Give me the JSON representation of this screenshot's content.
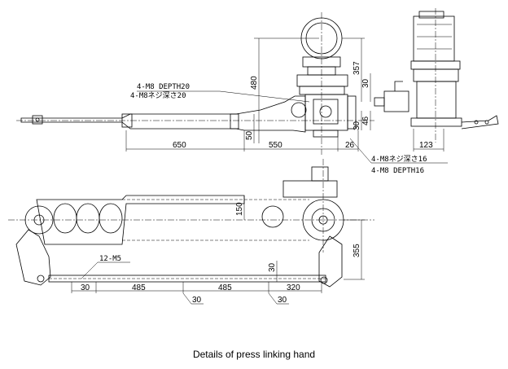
{
  "caption": "Details of press linking hand",
  "top_view": {
    "dims": {
      "d650": "650",
      "d550": "550",
      "d26": "26",
      "d50": "50",
      "d480": "480",
      "d357": "357",
      "d30a": "30",
      "d30b": "30",
      "d46": "46",
      "d123": "123"
    },
    "notes": {
      "note1": "4-M8 DEPTH20",
      "note2": "4-M8ネジ深さ20",
      "note3": "4-M8ネジ深さ16",
      "note4": "4-M8 DEPTH16"
    }
  },
  "bottom_view": {
    "dims": {
      "d150": "150",
      "d355": "355",
      "d30": "30",
      "d485a": "485",
      "d485b": "485",
      "d320": "320",
      "d30b": "30",
      "d30c": "30",
      "d30d": "30"
    },
    "notes": {
      "note5": "12-M5"
    }
  }
}
